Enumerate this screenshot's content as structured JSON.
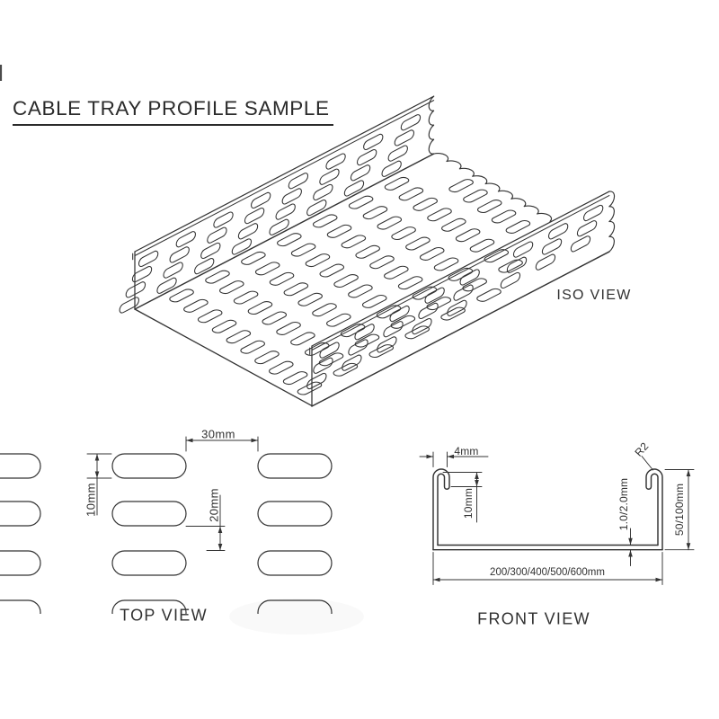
{
  "title": "CABLE TRAY PROFILE SAMPLE",
  "colors": {
    "ink": "#333333",
    "paper": "#ffffff"
  },
  "iso_view": {
    "label": "ISO VIEW"
  },
  "top_view": {
    "label": "TOP VIEW",
    "dim_slot_gap": "30mm",
    "dim_slot_width": "10mm",
    "dim_row_gap": "20mm"
  },
  "front_view": {
    "label": "FRONT VIEW",
    "dim_lip": "4mm",
    "dim_lip_depth": "10mm",
    "dim_radius": "R2",
    "dim_thickness": "1.0/2.0mm",
    "dim_height": "50/100mm",
    "dim_width": "200/300/400/500/600mm"
  }
}
